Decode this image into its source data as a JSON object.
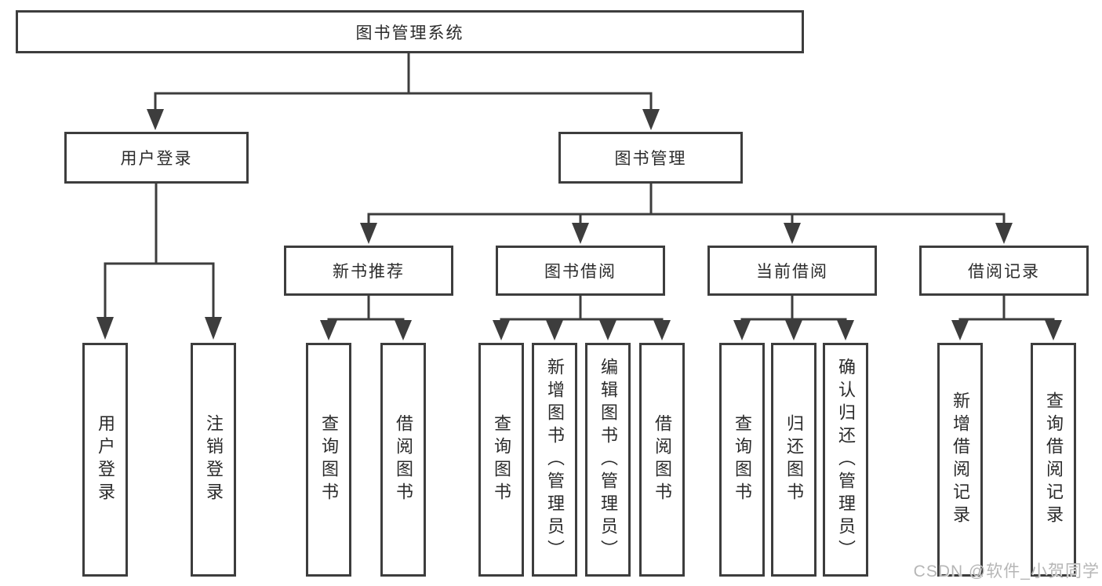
{
  "tree": {
    "root": {
      "label": "图书管理系统"
    },
    "branches": [
      {
        "label": "用户登录",
        "children": [
          "用户登录",
          "注销登录"
        ]
      },
      {
        "label": "图书管理",
        "sections": [
          {
            "label": "新书推荐",
            "children": [
              "查询图书",
              "借阅图书"
            ]
          },
          {
            "label": "图书借阅",
            "children": [
              "查询图书",
              "新增图书（管理员）",
              "编辑图书（管理员）",
              "借阅图书"
            ]
          },
          {
            "label": "当前借阅",
            "children": [
              "查询图书",
              "归还图书",
              "确认归还（管理员）"
            ]
          },
          {
            "label": "借阅记录",
            "children": [
              "新增借阅记录",
              "查询借阅记录"
            ]
          }
        ]
      }
    ]
  },
  "watermark": {
    "text": "CSDN @软件_小贺同学"
  },
  "colors": {
    "line": "#3d3d3d",
    "text": "#2b2b2b",
    "box_background": "#ffffff",
    "page_background": "#ffffff",
    "watermark": "#b6b6b6"
  }
}
